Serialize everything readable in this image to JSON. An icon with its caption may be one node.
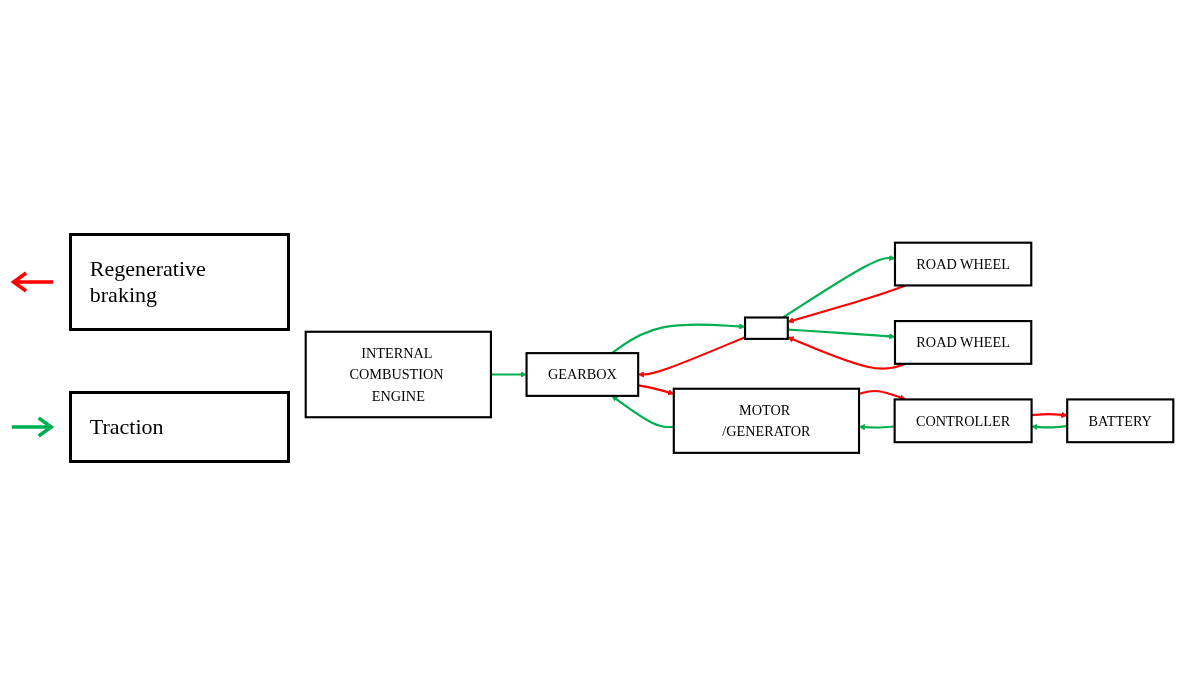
{
  "diagram": {
    "nodes": [
      {
        "text": [
          "INTERNAL COMBUSTION ENGINE"
        ]
      },
      {
        "text": [
          "GEARBOX"
        ]
      },
      {
        "text": [
          "ROAD WHEEL"
        ]
      },
      {
        "text": [],
        "shape": "box"
      },
      {
        "text": [
          "ROAD WHEEL"
        ]
      },
      {
        "text": [
          "MOTOR /GENERATOR"
        ]
      },
      {
        "text": [
          "CONTROLLER"
        ]
      },
      {
        "text": [
          "BATTERY"
        ]
      }
    ],
    "edges": [
      {
        "from": 0,
        "to": 1,
        "arrow": "to"
      },
      {
        "from": 1,
        "to": 3,
        "arrow": "to"
      },
      {
        "from": 3,
        "to": 1,
        "arrow": "to",
        "color": "#ff0000"
      },
      {
        "from": 2,
        "to": 3,
        "arrow": "to",
        "color": "#ff0000"
      },
      {
        "from": 3,
        "to": 2,
        "arrow": "to"
      },
      {
        "from": 4,
        "to": 3,
        "arrow": "to",
        "color": "#ff0000"
      },
      {
        "from": 3,
        "to": 4,
        "arrow": "to"
      },
      {
        "from": 5,
        "to": 1,
        "arrow": "to"
      },
      {
        "from": 1,
        "to": 5,
        "arrow": "to",
        "color": "#ff0000"
      },
      {
        "from": 6,
        "to": 5,
        "arrow": "to"
      },
      {
        "from": 5,
        "to": 6,
        "arrow": "to",
        "color": "#ff0000"
      },
      {
        "from": 6,
        "to": 7,
        "arrow": "to",
        "color": "#ff0000"
      },
      {
        "from": 7,
        "to": 6,
        "arrow": "to"
      }
    ],
    "legend": [
      {
        "text": "Regenerative braking"
      },
      {
        "text": "Traction"
      }
    ]
  }
}
